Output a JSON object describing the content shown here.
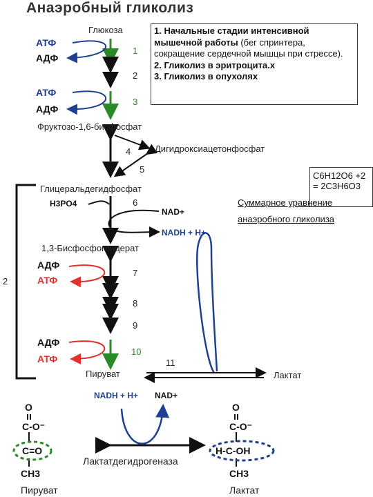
{
  "title": "Анаэробный гликолиз",
  "metabolites": {
    "glucose": "Глюкоза",
    "f16bp": "Фруктозо-1,6-бисфосфат",
    "dhap": "Дигидроксиацетонфосфат",
    "g3p": "Глицеральдегидфосфат",
    "bpg": "1,3-Бисфосфоглицерат",
    "pyruvate": "Пируват",
    "lactate": "Лактат"
  },
  "cofactors": {
    "atp": "АТФ",
    "adp": "АДФ",
    "h3po4": "H3PO4",
    "nad": "NAD+",
    "nadh": "NADH + H+"
  },
  "steps": [
    "1",
    "2",
    "3",
    "4",
    "5",
    "6",
    "7",
    "8",
    "9",
    "10",
    "11"
  ],
  "left_bracket_label": "2",
  "note": {
    "line1": "1.  Начальные стадии интенсивной мышечной работы",
    "line1_rest": " (бег спринтера, сокращение сердечной мышцы при стрессе).",
    "line2": "2. Гликолиз в эритроцита.х",
    "line3": "3. Гликолиз в опухолях"
  },
  "equation": {
    "line1": "C6H12O6 +2",
    "line2": "= 2C3H6O3"
  },
  "summary": {
    "line1": "Суммарное уравнение",
    "line2": "анаэробного гликолиза"
  },
  "structures": {
    "pyruvate_lines": [
      "O",
      "C-O⁻",
      "C=O",
      "CH3"
    ],
    "lactate_lines": [
      "O",
      "C-O⁻",
      "H-C-OH",
      "CH3"
    ],
    "enzyme": "Лактатдегидрогеназа",
    "pyruvate_label": "Пируват",
    "lactate_label": "Лактат"
  },
  "colors": {
    "blue": "#1f3f8f",
    "red": "#e03030",
    "green": "#2a8a2a",
    "dashed_green": "#2a8a2a",
    "dashed_blue": "#1f3f8f"
  }
}
